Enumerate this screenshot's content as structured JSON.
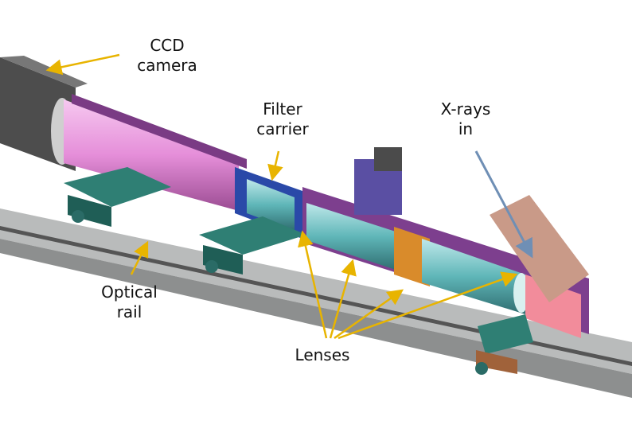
{
  "labels": {
    "ccd_camera": "CCD\ncamera",
    "filter_carrier": "Filter\ncarrier",
    "xrays_in": "X-rays\nin",
    "optical_rail": "Optical\nrail",
    "lenses": "Lenses"
  },
  "colors": {
    "arrow_gold": "#e8b400",
    "arrow_xray": "#6f8fb5",
    "rail": "#a9abab",
    "camera": "#4a4a4a",
    "tube_pink": "#e38fd8",
    "housing_purple": "#8a4c9a",
    "lens_cyan": "#5fb6b8",
    "mount_teal": "#2f7f74",
    "xray_tube": "#c99a88"
  }
}
